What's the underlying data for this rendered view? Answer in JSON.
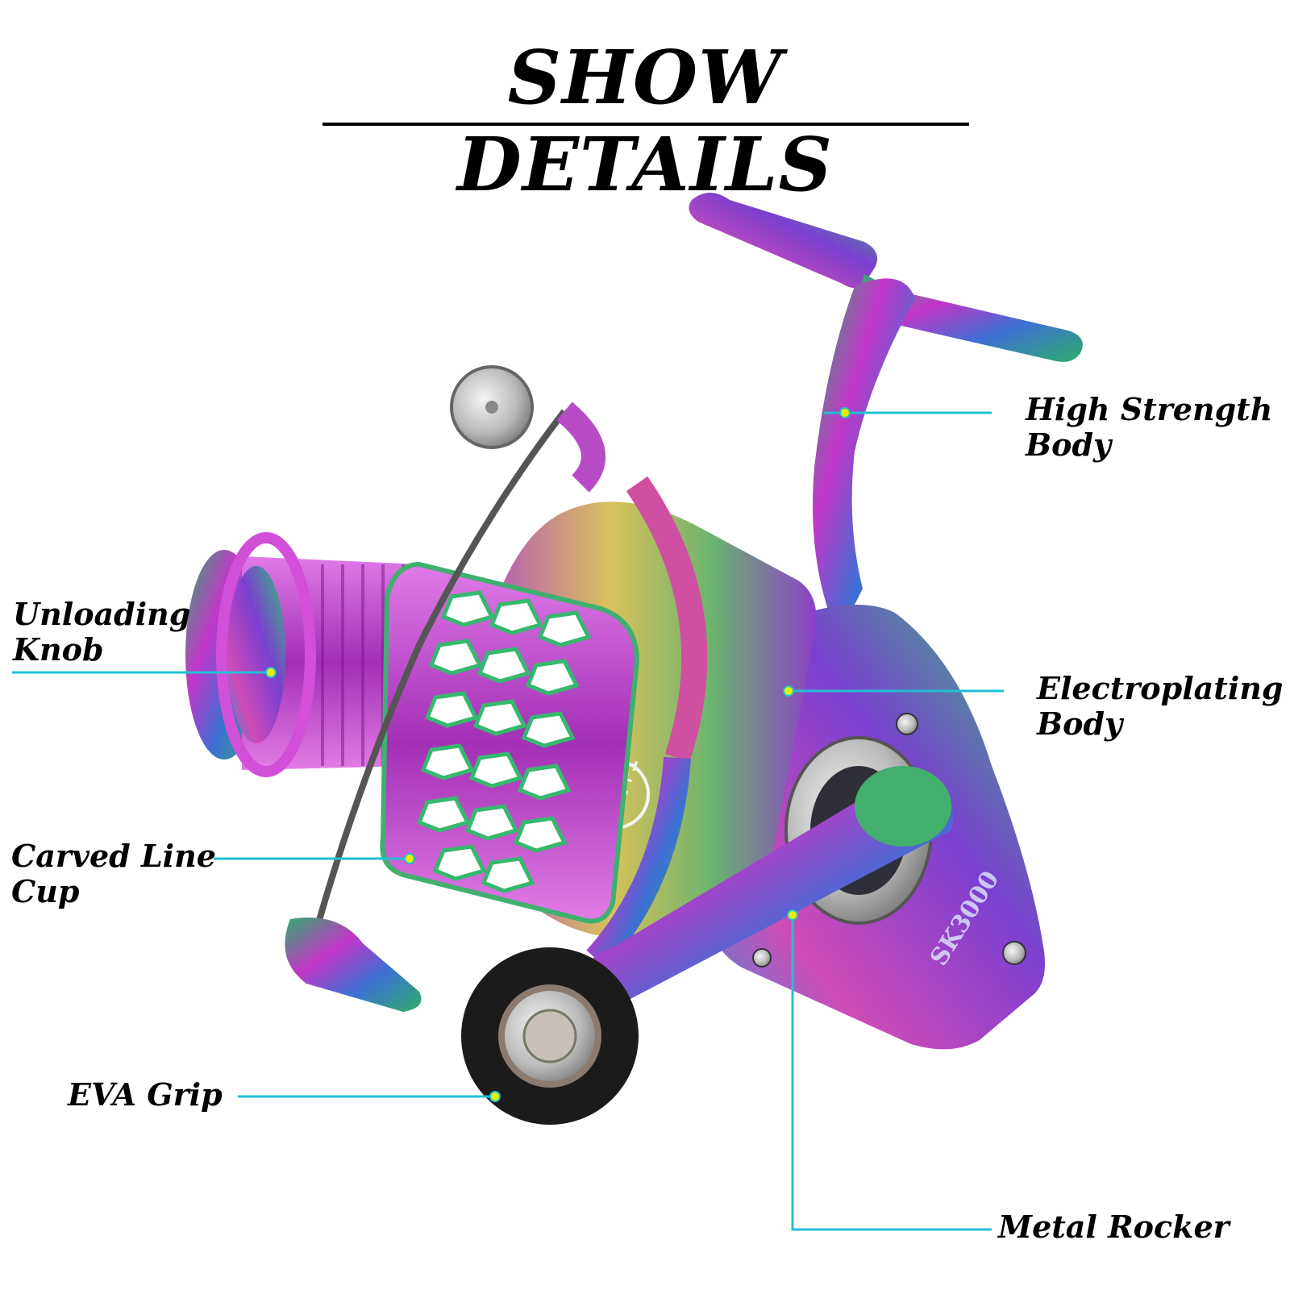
{
  "title": "SHOW DETAILS",
  "colors": {
    "leader_line": "#22bfd4",
    "marker_dot": "#e8f000",
    "iridescent_green": "#2fae6b",
    "iridescent_purple": "#c236c8",
    "iridescent_blue": "#3d6fd4"
  },
  "reel": {
    "gear_ratio_badge": "14+1",
    "model_text": "SK3000"
  },
  "callouts": {
    "high_strength_body": {
      "line1": "High Strength",
      "line2": "Body",
      "icon": "pointer-dot-icon"
    },
    "unloading_knob": {
      "line1": "Unloading",
      "line2": "Knob",
      "icon": "pointer-dot-icon"
    },
    "electroplating_body": {
      "line1": "Electroplating",
      "line2": "Body",
      "icon": "pointer-dot-icon"
    },
    "carved_line_cup": {
      "line1": "Carved Line",
      "line2": "Cup",
      "icon": "pointer-dot-icon"
    },
    "eva_grip": {
      "line1": "EVA Grip",
      "icon": "pointer-dot-icon"
    },
    "metal_rocker": {
      "line1": "Metal Rocker",
      "icon": "pointer-dot-icon"
    }
  }
}
